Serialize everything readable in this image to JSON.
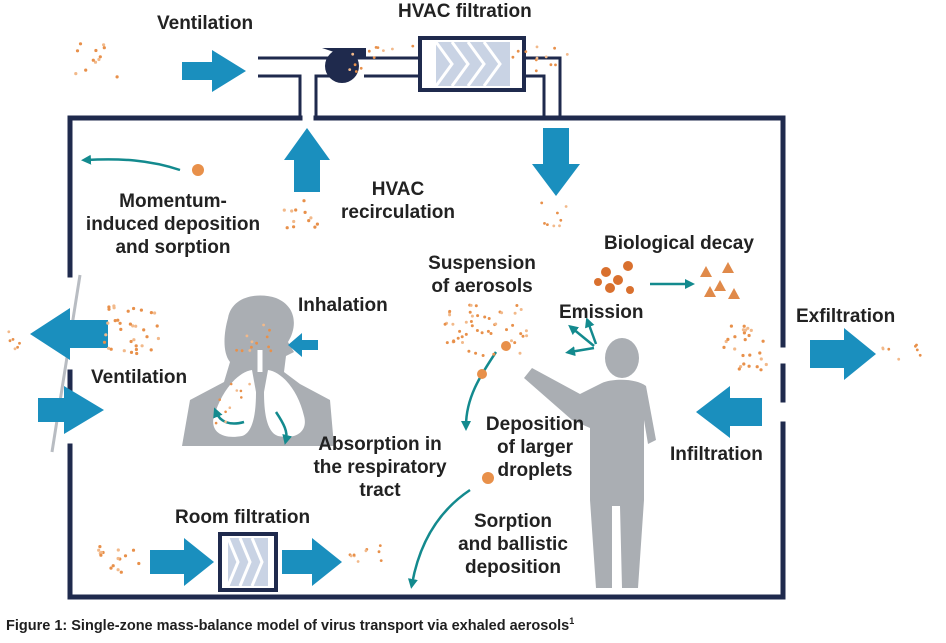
{
  "labels": {
    "ventilation_top": "Ventilation",
    "hvac_filtration": "HVAC filtration",
    "momentum_1": "Momentum-",
    "momentum_2": "induced deposition",
    "momentum_3": "and sorption",
    "hvac_recirc_1": "HVAC",
    "hvac_recirc_2": "recirculation",
    "biological_decay": "Biological decay",
    "suspension_1": "Suspension",
    "suspension_2": "of aerosols",
    "emission": "Emission",
    "exfiltration": "Exfiltration",
    "inhalation": "Inhalation",
    "ventilation_left": "Ventilation",
    "absorption_1": "Absorption in",
    "absorption_2": "the respiratory",
    "absorption_3": "tract",
    "deposition_1": "Deposition",
    "deposition_2": "of larger",
    "deposition_3": "droplets",
    "infiltration": "Infiltration",
    "room_filtration": "Room filtration",
    "sorption_1": "Sorption",
    "sorption_2": "and ballistic",
    "sorption_3": "deposition"
  },
  "caption": "Figure 1: Single-zone mass-balance model of virus transport via exhaled aerosols",
  "caption_ref": "1",
  "colors": {
    "wall": "#1f2a4d",
    "arrow": "#1a8fbe",
    "teal": "#138a8e",
    "particle": "#e8904a",
    "particle_light": "#f2b98a",
    "silhouette": "#aaaeb3",
    "fan": "#1f2a4d",
    "filter_frame": "#1f2a4d",
    "filter_fill": "#c9d3e4"
  },
  "icons": [
    "fan-icon",
    "hvac-filter-icon",
    "room-filter-icon",
    "person-head-icon",
    "person-standing-icon",
    "lungs-icon"
  ]
}
